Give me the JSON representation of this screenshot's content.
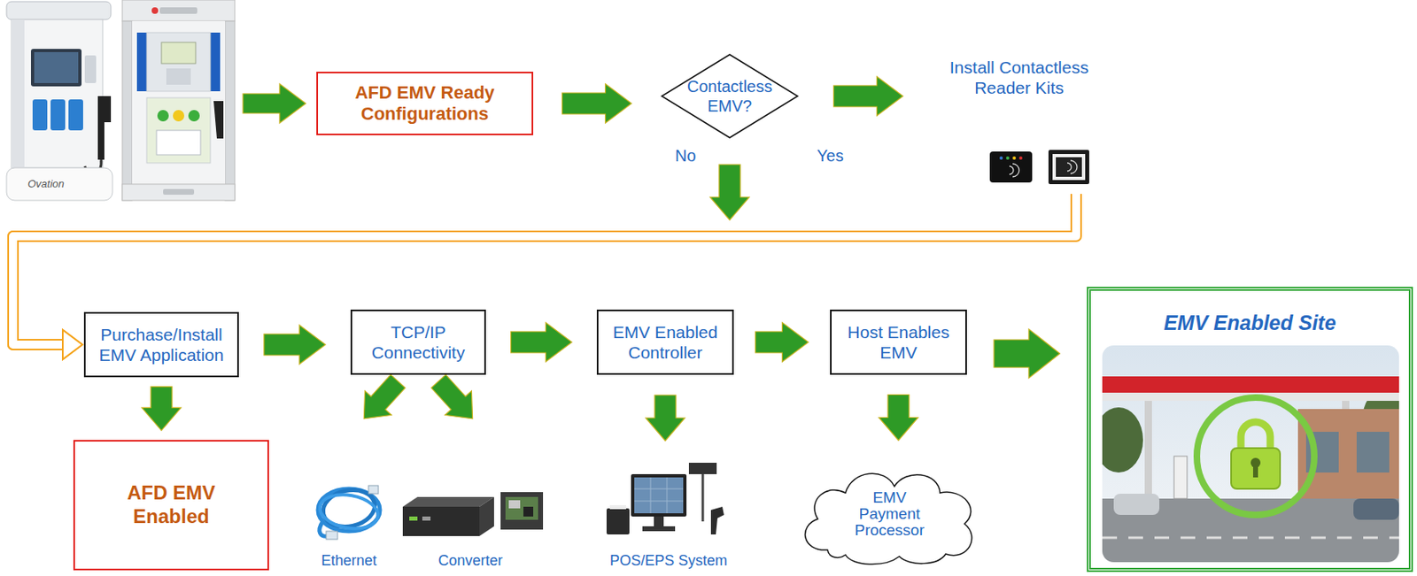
{
  "diagram": {
    "nodes": [
      {
        "text": [
          "AFD EMV Ready Configurations"
        ]
      },
      {
        "text": [
          "Contactless EMV?"
        ]
      },
      {
        "text": [
          "Install Contactless Reader Kits"
        ]
      },
      {
        "text": [
          "Purchase/Install EMV Application"
        ]
      },
      {
        "text": [
          "TCP/IP Connectivity"
        ]
      },
      {
        "text": [
          "EMV Enabled Controller"
        ]
      },
      {
        "text": [
          "Host Enables EMV"
        ]
      },
      {
        "text": [
          "EMV Enabled Site"
        ]
      },
      {
        "text": [
          "AFD EMV Enabled"
        ]
      },
      {
        "text": [
          "Ethernet"
        ]
      },
      {
        "text": [
          "Converter"
        ]
      },
      {
        "text": [
          "POS/EPS System"
        ]
      },
      {
        "text": [
          "EMV Payment Processor"
        ]
      }
    ],
    "edges": [
      {
        "from": 0,
        "to": 1,
        "arrow": "to"
      },
      {
        "from": 1,
        "to": 2,
        "arrow": "to",
        "label": "Yes"
      },
      {
        "from": 1,
        "to": 3,
        "arrow": "to",
        "label": "No"
      },
      {
        "from": 2,
        "to": 3,
        "arrow": "to"
      },
      {
        "from": 3,
        "to": 4,
        "arrow": "to"
      },
      {
        "from": 4,
        "to": 5,
        "arrow": "to"
      },
      {
        "from": 5,
        "to": 6,
        "arrow": "to"
      },
      {
        "from": 6,
        "to": 7,
        "arrow": "to"
      },
      {
        "from": 3,
        "to": 8,
        "arrow": "to"
      },
      {
        "from": 4,
        "to": 9,
        "arrow": "to"
      },
      {
        "from": 4,
        "to": 10,
        "arrow": "to"
      },
      {
        "from": 5,
        "to": 11,
        "arrow": "to"
      },
      {
        "from": 6,
        "to": 12,
        "arrow": "to"
      }
    ],
    "labels": [
      "Ovation"
    ]
  }
}
